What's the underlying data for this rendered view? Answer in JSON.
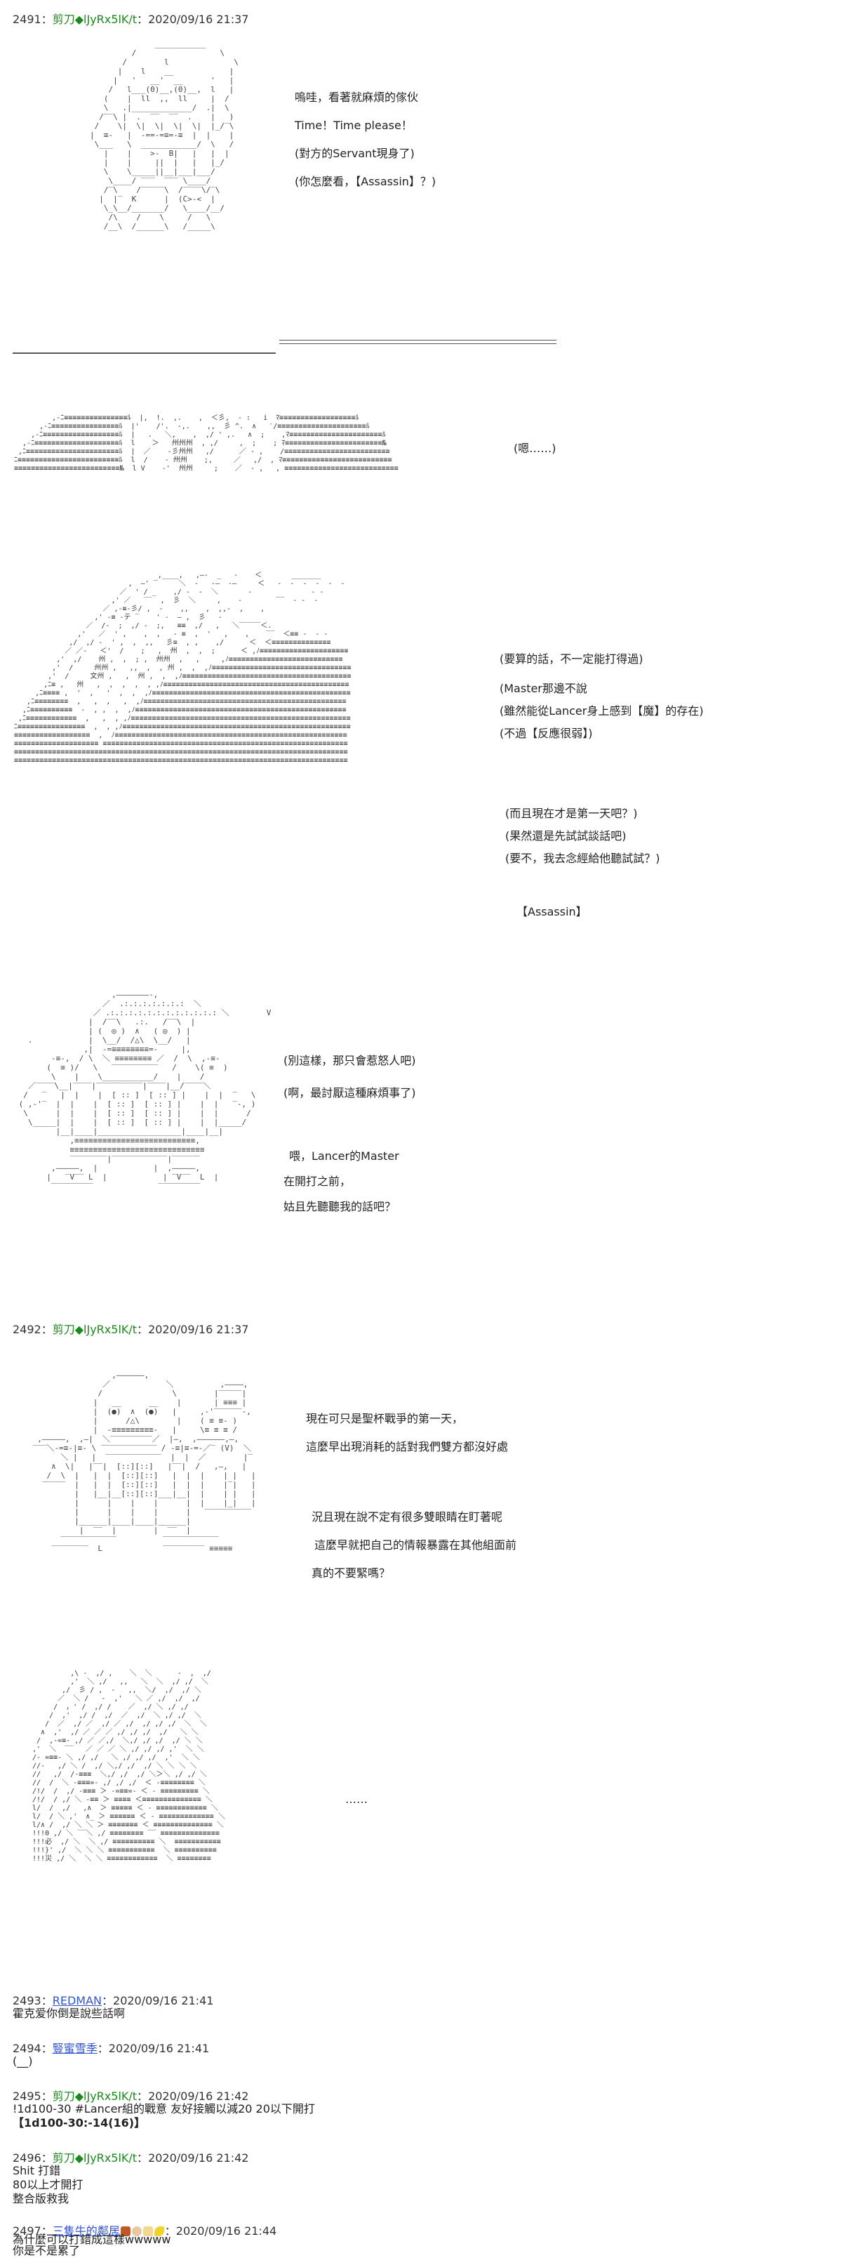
{
  "posts": [
    {
      "num": "2491",
      "name": "剪刀◆lJyRx5lK/t",
      "date": "2020/09/16 21:37"
    },
    {
      "num": "2492",
      "name": "剪刀◆lJyRx5lK/t",
      "date": "2020/09/16 21:37"
    },
    {
      "num": "2493",
      "name": "REDMAN",
      "date": "2020/09/16 21:41"
    },
    {
      "num": "2494",
      "name": "豎蜜雪季",
      "date": "2020/09/16 21:41"
    },
    {
      "num": "2495",
      "name": "剪刀◆lJyRx5lK/t",
      "date": "2020/09/16 21:42"
    },
    {
      "num": "2496",
      "name": "剪刀◆lJyRx5lK/t",
      "date": "2020/09/16 21:42"
    },
    {
      "num": "2497",
      "name": "三隻牛的鄰居",
      "date": "2020/09/16 21:44"
    }
  ],
  "header_sep": "：",
  "header_colon": "：",
  "scene1": {
    "lines": [
      "嗚哇，看著就麻煩的傢伙",
      "Time！Time please！",
      "(對方的Servant現身了)",
      "(你怎麼看，【Assassin】？)"
    ]
  },
  "scene2": {
    "lines": [
      "(嗯……)"
    ]
  },
  "scene3": {
    "lines": [
      "(要算的話，不一定能打得過)",
      "(Master那邊不說",
      "(雖然能從Lancer身上感到【魔】的存在)",
      "(不過【反應很弱】)"
    ],
    "lines2": [
      "(而且現在才是第一天吧？)",
      "(果然還是先試試談話吧)",
      "(要不，我去念經給他聽試試？)"
    ],
    "tag": "【Assassin】"
  },
  "scene4": {
    "lines": [
      "(別這樣，那只會惹怒人吧)",
      "(啊，最討厭這種麻煩事了)"
    ],
    "lines2": [
      "喂，Lancer的Master",
      "在開打之前，",
      "姑且先聽聽我的話吧？"
    ]
  },
  "scene5": {
    "lines": [
      "現在可只是聖杯戰爭的第一天，",
      "這麼早出現消耗的話對我們雙方都沒好處"
    ],
    "lines2": [
      "況且現在說不定有很多雙眼睛在盯著呢",
      "這麼早就把自己的情報暴露在其他組面前",
      "真的不要緊嗎？"
    ]
  },
  "scene6": {
    "lines": [
      "……"
    ]
  },
  "replies": {
    "r2493": [
      "霍克爱你倒是說些話啊"
    ],
    "r2494": [
      "(__)"
    ],
    "r2495": [
      "!1d100-30 #Lancer組的戰意 友好接觸以減20 20以下開打",
      "【1d100-30:-14(16)】"
    ],
    "r2496": [
      "Shit 打錯",
      "80以上才開打",
      "整合版救我"
    ],
    "r2497": [
      "為什麼可以打錯成這樣wwwww",
      "你是不是累了"
    ]
  },
  "colors": {
    "name_green": "#1a8a1a",
    "name_blue": "#3355cc",
    "text": "#222222"
  }
}
